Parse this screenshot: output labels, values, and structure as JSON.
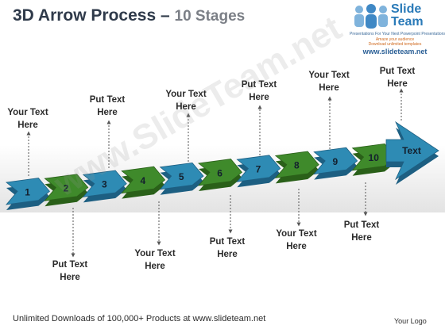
{
  "header": {
    "title_main": "3D Arrow Process",
    "title_sep": "–",
    "title_sub": "10 Stages"
  },
  "logo": {
    "name_line1": "Slide",
    "name_line2": "Team",
    "tagline1": "Presentations For Your Next Powerpoint Presentations",
    "tagline2": "Amaze your audience",
    "tagline3": "Download unlimited templates",
    "url": "www.slideteam.net"
  },
  "watermark": "www.SlideTeam.net",
  "diagram": {
    "stage_numbers": [
      "1",
      "2",
      "3",
      "4",
      "5",
      "6",
      "7",
      "8",
      "9",
      "10"
    ],
    "end_label": "Text",
    "colors": {
      "blue": "#2e8bb4",
      "green": "#3f8a2b",
      "blue_dark": "#1d5f82",
      "green_dark": "#2a6019"
    },
    "top_labels": [
      {
        "line1": "Your Text",
        "line2": "Here"
      },
      {
        "line1": "Put Text",
        "line2": "Here"
      },
      {
        "line1": "Your Text",
        "line2": "Here"
      },
      {
        "line1": "Put Text",
        "line2": "Here"
      },
      {
        "line1": "Your Text",
        "line2": "Here"
      },
      {
        "line1": "Put Text",
        "line2": "Here"
      }
    ],
    "bottom_labels": [
      {
        "line1": "Put Text",
        "line2": "Here"
      },
      {
        "line1": "Your Text",
        "line2": "Here"
      },
      {
        "line1": "Put Text",
        "line2": "Here"
      },
      {
        "line1": "Your Text",
        "line2": "Here"
      },
      {
        "line1": "Put Text",
        "line2": "Here"
      }
    ]
  },
  "footer": {
    "downloads": "Unlimited Downloads of 100,000+ Products at www.slideteam.net",
    "logo": "Your Logo"
  }
}
